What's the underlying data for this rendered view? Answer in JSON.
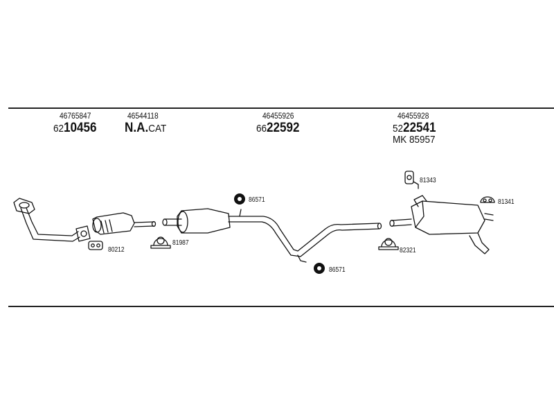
{
  "columns": [
    {
      "part_no": "46765847",
      "code_prefix": "62",
      "code_main": "10456"
    },
    {
      "part_no": "46544118",
      "code_main": "N.A.",
      "code_suffix": "CAT"
    },
    {
      "part_no": "46455926",
      "code_prefix": "66",
      "code_main": "22592"
    },
    {
      "part_no": "46455928",
      "code_prefix": "52",
      "code_main": "22541",
      "extra_prefix": "MK",
      "extra_code": "85957"
    }
  ],
  "refs": {
    "gasket": "80212",
    "clamp_front": "81987",
    "hanger_top": "86571",
    "hanger_bottom": "86571",
    "clamp_rear": "82321",
    "bracket": "81343",
    "rubber_mount": "81341"
  }
}
